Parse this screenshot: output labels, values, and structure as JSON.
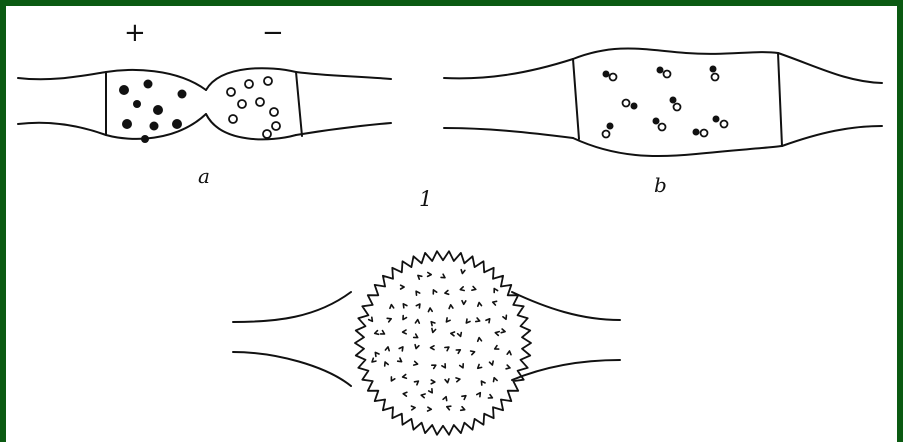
{
  "labels": {
    "plus": "+",
    "minus": "−",
    "a": "a",
    "figure_number": "1",
    "b": "b"
  },
  "colors": {
    "border": "#0b5a12",
    "background": "#ffffff",
    "ink": "#111111"
  }
}
